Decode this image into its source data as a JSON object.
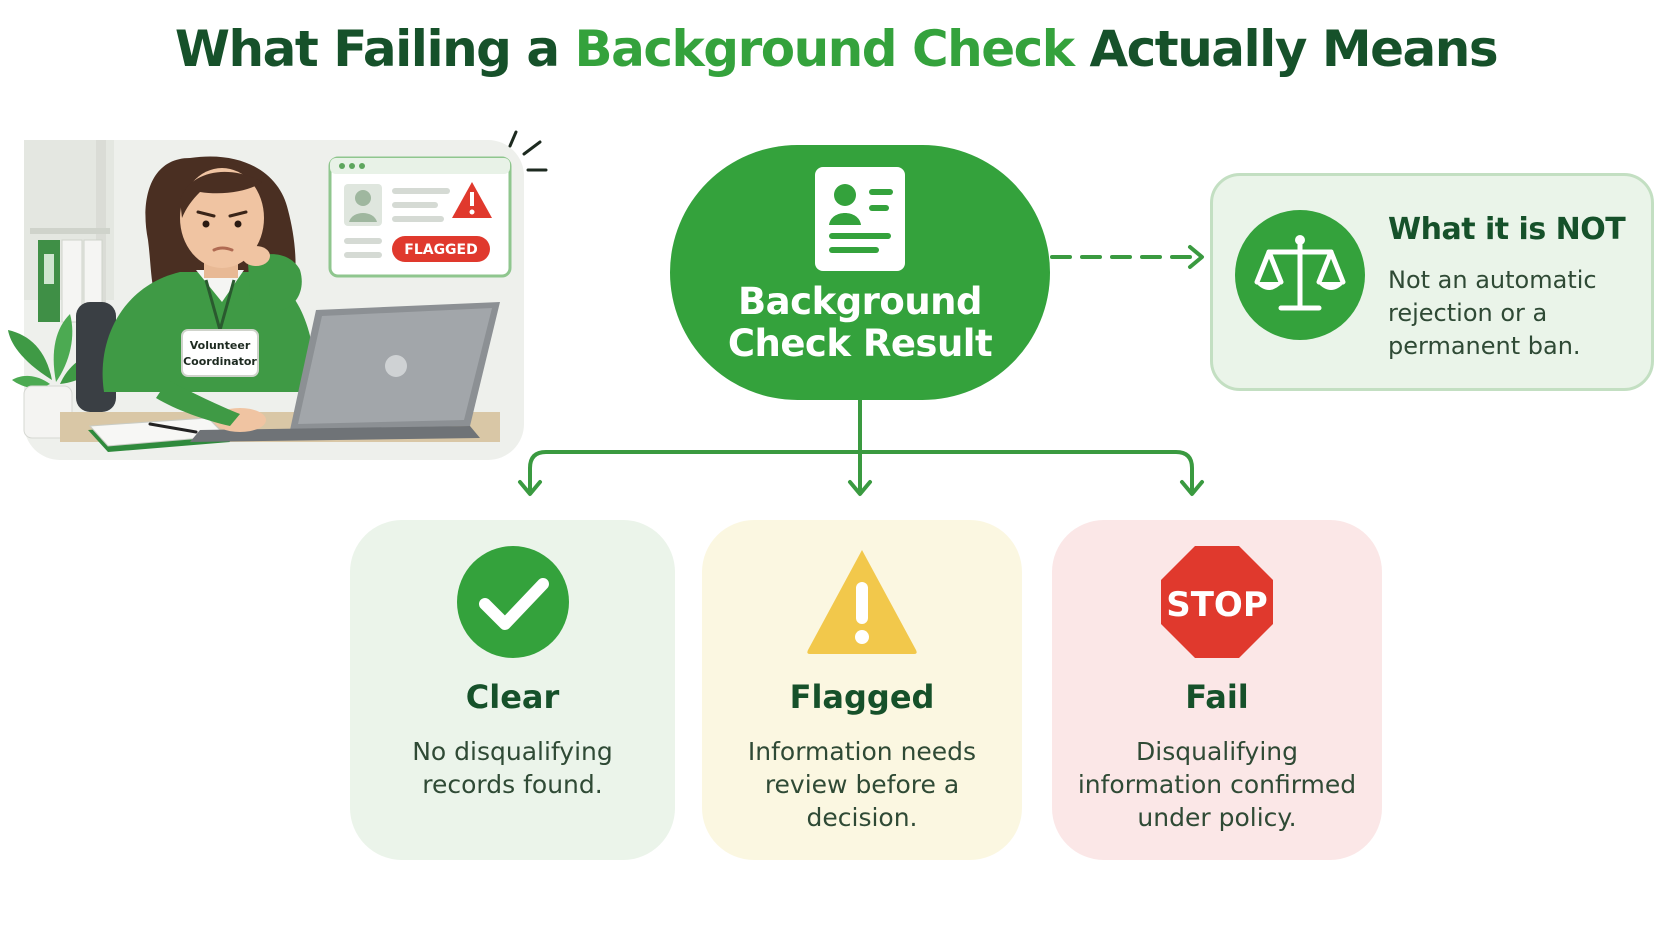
{
  "title": {
    "part1": "What Failing a ",
    "accent": "Background Check",
    "part2": " Actually Means"
  },
  "illustration": {
    "badge_line1": "Volunteer",
    "badge_line2": "Coordinator",
    "screen_badge": "FLAGGED"
  },
  "central": {
    "line1": "Background",
    "line2": "Check Result",
    "icon": "id-document-icon"
  },
  "not_card": {
    "title": "What it is NOT",
    "description": "Not an automatic rejection or a permanent ban.",
    "icon": "scales-icon"
  },
  "outcomes": [
    {
      "label": "Clear",
      "description": "No disqualifying records found.",
      "icon": "checkmark-icon",
      "color": "#34a23c"
    },
    {
      "label": "Flagged",
      "description": "Information needs review before a decision.",
      "icon": "warning-icon",
      "color": "#f2c84b"
    },
    {
      "label": "Fail",
      "description": "Disqualifying information confirmed under policy.",
      "icon": "stop-sign-icon",
      "color": "#e0392d",
      "icon_text": "STOP"
    }
  ],
  "colors": {
    "dark_green": "#16512a",
    "brand_green": "#34a23c",
    "alert_red": "#e0392d",
    "warning_yellow": "#f2c84b"
  }
}
